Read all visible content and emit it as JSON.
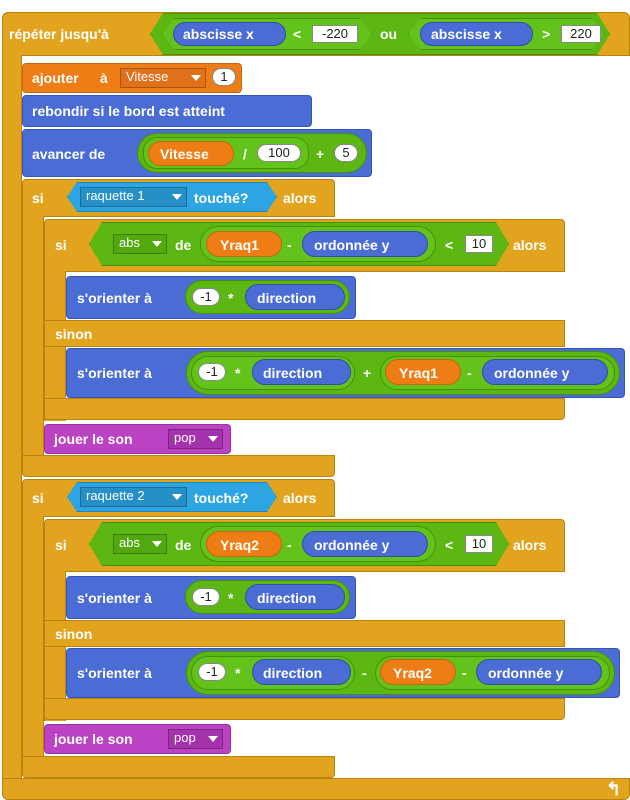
{
  "repeat": {
    "label": "répéter jusqu'à",
    "or": "ou",
    "x_label": "abscisse x",
    "lt": "<",
    "gt": ">",
    "lim_low": "-220",
    "lim_high": "220"
  },
  "change_var": {
    "label": "ajouter",
    "to": "à",
    "var": "Vitesse",
    "value": "1"
  },
  "bounce": {
    "label": "rebondir si le bord est atteint"
  },
  "move": {
    "label": "avancer de",
    "var": "Vitesse",
    "div": "/",
    "divisor": "100",
    "plus": "+",
    "add": "5"
  },
  "if1": {
    "si": "si",
    "alors": "alors",
    "sinon": "sinon",
    "sensor": "raquette 1",
    "touched": "touché?",
    "inner_si": "si",
    "func": "abs",
    "de": "de",
    "yvar": "Yraq1",
    "minus": "-",
    "ypos": "ordonnée y",
    "lt": "<",
    "threshold": "10",
    "point_label": "s'orienter à",
    "neg": "-1",
    "times": "*",
    "direction": "direction",
    "plus": "+",
    "play": "jouer le son",
    "sound": "pop"
  },
  "if2": {
    "si": "si",
    "alors": "alors",
    "sinon": "sinon",
    "sensor": "raquette 2",
    "touched": "touché?",
    "inner_si": "si",
    "func": "abs",
    "de": "de",
    "yvar": "Yraq2",
    "minus": "-",
    "ypos": "ordonnée y",
    "lt": "<",
    "threshold": "10",
    "point_label": "s'orienter à",
    "neg": "-1",
    "times": "*",
    "direction": "direction",
    "minus2": "-",
    "play": "jouer le son",
    "sound": "pop"
  },
  "loop_arrow": "↰",
  "colors": {
    "control": "#E2A41E",
    "motion": "#4A6CD4",
    "operators": "#5CB712",
    "variables": "#EE7D16",
    "sound": "#BB42C3",
    "sensing": "#2CA5E2"
  }
}
